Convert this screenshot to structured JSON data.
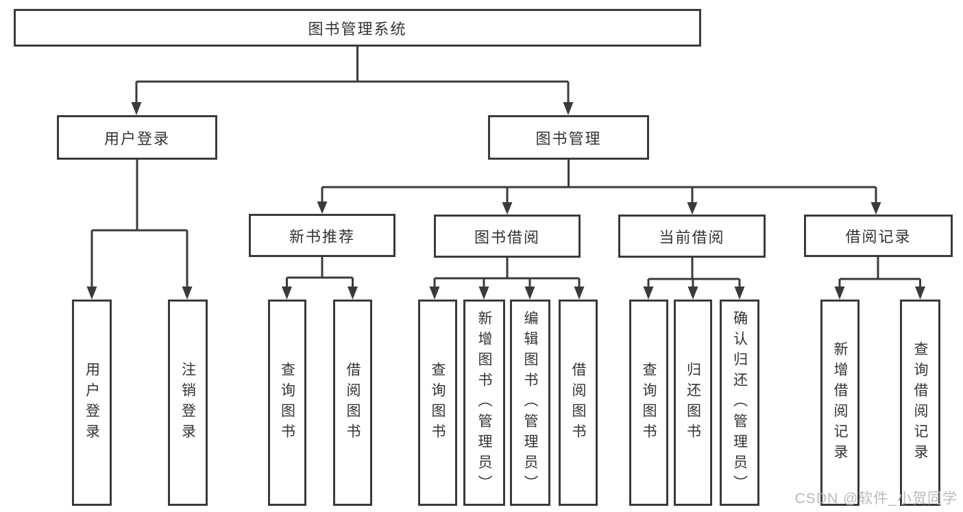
{
  "tree": {
    "label": "图书管理系统",
    "children": [
      {
        "label": "用户登录",
        "children": [
          {
            "label": "用户登录"
          },
          {
            "label": "注销登录"
          }
        ]
      },
      {
        "label": "图书管理",
        "children": [
          {
            "label": "新书推荐",
            "children": [
              {
                "label": "查询图书"
              },
              {
                "label": "借阅图书"
              }
            ]
          },
          {
            "label": "图书借阅",
            "children": [
              {
                "label": "查询图书"
              },
              {
                "label": "新增图书（管理员）"
              },
              {
                "label": "编辑图书（管理员）"
              },
              {
                "label": "借阅图书"
              }
            ]
          },
          {
            "label": "当前借阅",
            "children": [
              {
                "label": "查询图书"
              },
              {
                "label": "归还图书"
              },
              {
                "label": "确认归还（管理员）"
              }
            ]
          },
          {
            "label": "借阅记录",
            "children": [
              {
                "label": "新增借阅记录"
              },
              {
                "label": "查询借阅记录"
              }
            ]
          }
        ]
      }
    ]
  },
  "watermark": {
    "text": "CSDN @软件_小贺同学"
  },
  "colors": {
    "line": "#3a3a3a",
    "text": "#333333",
    "box_fill": "#ffffff",
    "watermark": "#b9b9b9",
    "background": "#ffffff"
  }
}
